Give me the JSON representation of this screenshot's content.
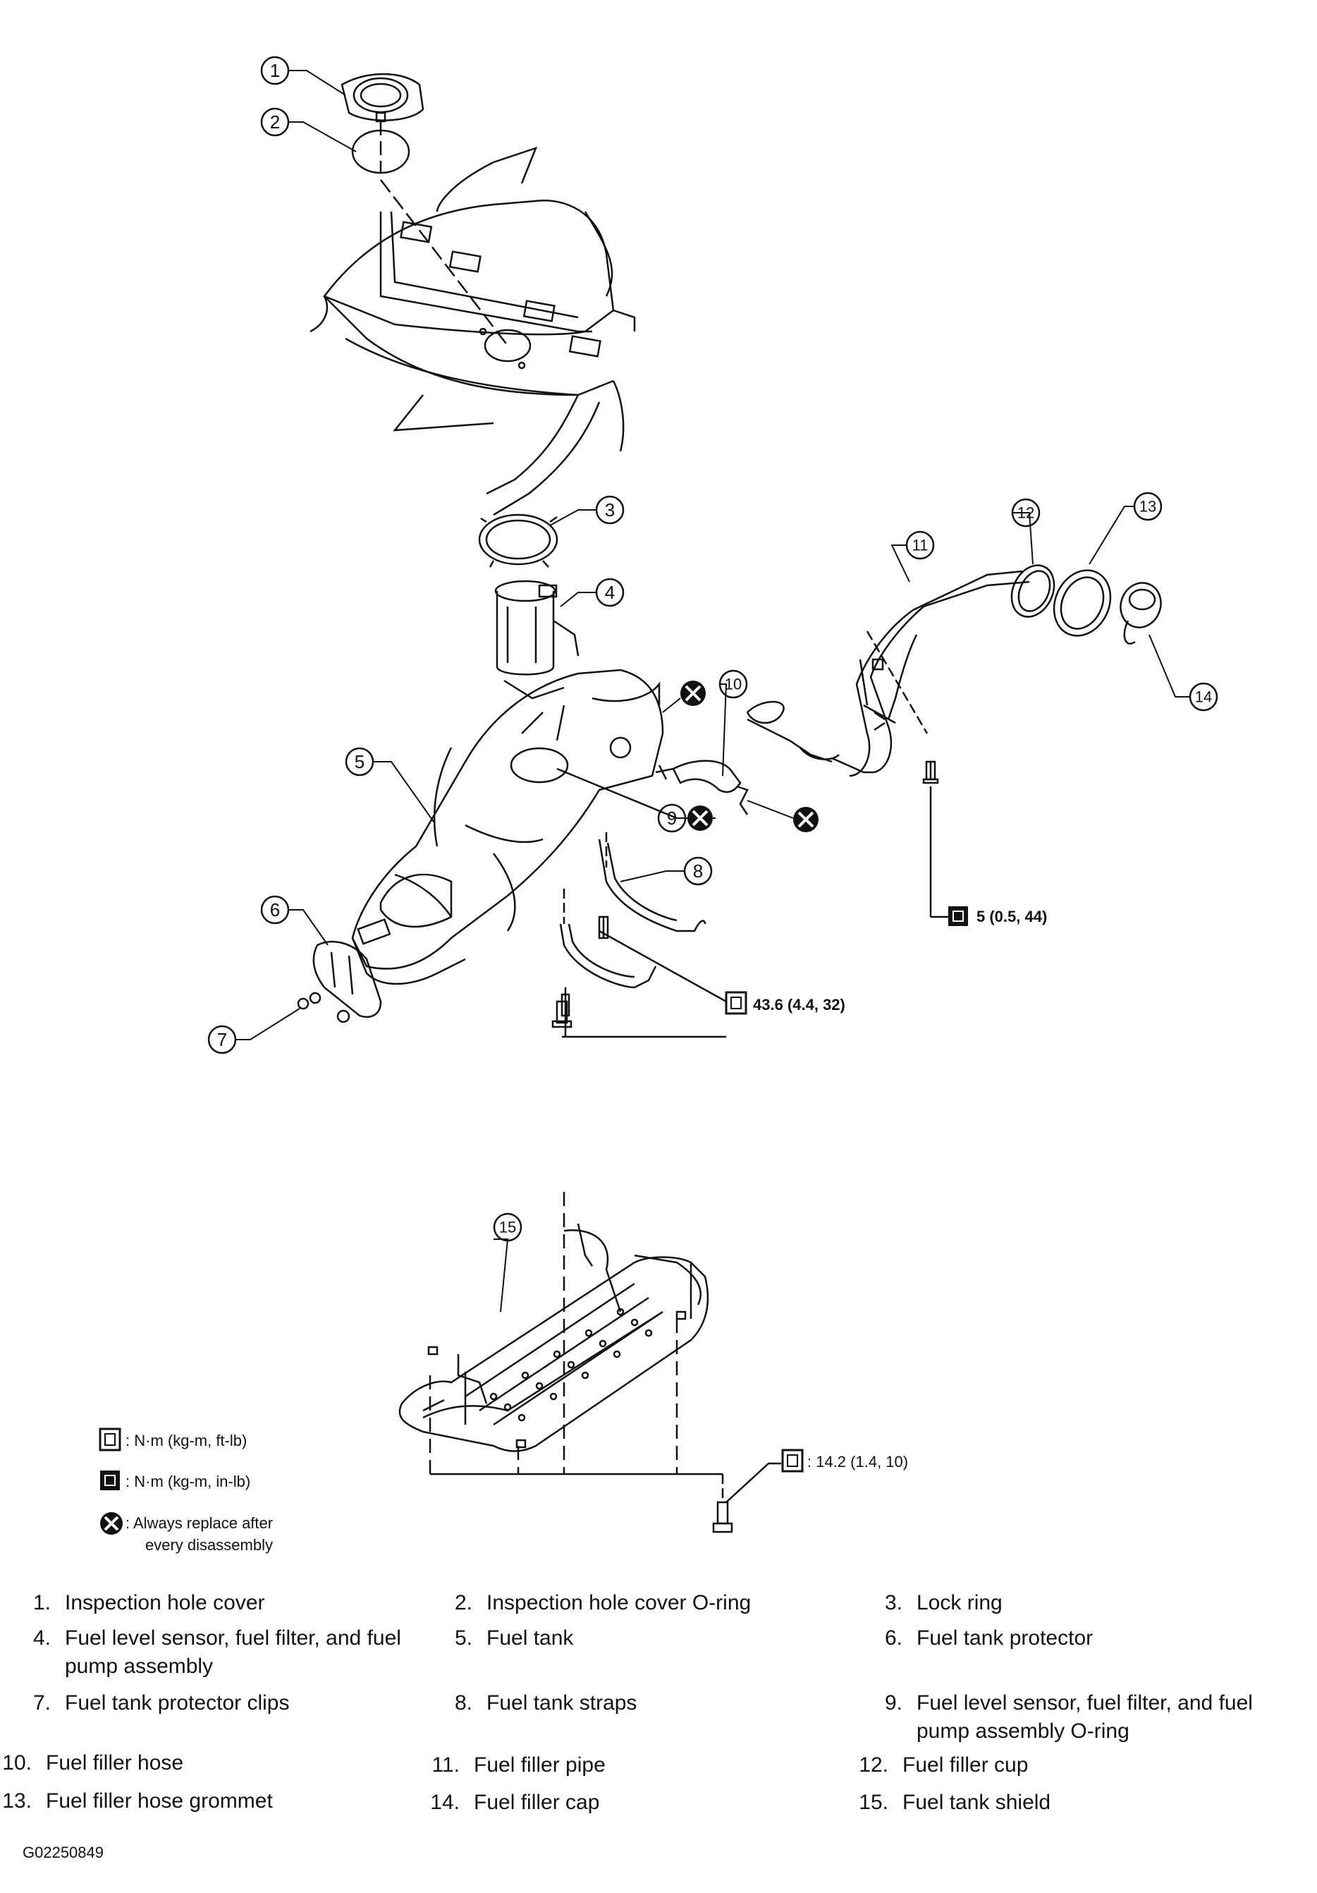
{
  "callouts": [
    "1",
    "2",
    "3",
    "4",
    "5",
    "6",
    "7",
    "8",
    "9",
    "10",
    "11",
    "12",
    "13",
    "14",
    "15"
  ],
  "torque": {
    "filler_bolt": "5 (0.5, 44)",
    "strap_bolt": "43.6 (4.4, 32)",
    "shield_bolt": ": 14.2 (1.4, 10)"
  },
  "legend": {
    "nm_ftlb": ": N·m (kg-m, ft-lb)",
    "nm_inlb": ": N·m (kg-m, in-lb)",
    "replace_line1": ": Always replace after",
    "replace_line2": "every disassembly"
  },
  "parts": [
    {
      "num": "1.",
      "label": "Inspection hole cover"
    },
    {
      "num": "2.",
      "label": "Inspection hole cover O-ring"
    },
    {
      "num": "3.",
      "label": "Lock ring"
    },
    {
      "num": "4.",
      "label": "Fuel level sensor, fuel filter, and fuel pump assembly"
    },
    {
      "num": "5.",
      "label": "Fuel tank"
    },
    {
      "num": "6.",
      "label": "Fuel tank protector"
    },
    {
      "num": "7.",
      "label": "Fuel tank protector clips"
    },
    {
      "num": "8.",
      "label": "Fuel tank straps"
    },
    {
      "num": "9.",
      "label": "Fuel level sensor, fuel filter, and fuel pump assembly O-ring"
    },
    {
      "num": "10.",
      "label": "Fuel filler hose"
    },
    {
      "num": "11.",
      "label": "Fuel filler pipe"
    },
    {
      "num": "12.",
      "label": "Fuel filler cup"
    },
    {
      "num": "13.",
      "label": "Fuel filler hose grommet"
    },
    {
      "num": "14.",
      "label": "Fuel filler cap"
    },
    {
      "num": "15.",
      "label": "Fuel tank shield"
    }
  ],
  "figure_code": "G02250849"
}
